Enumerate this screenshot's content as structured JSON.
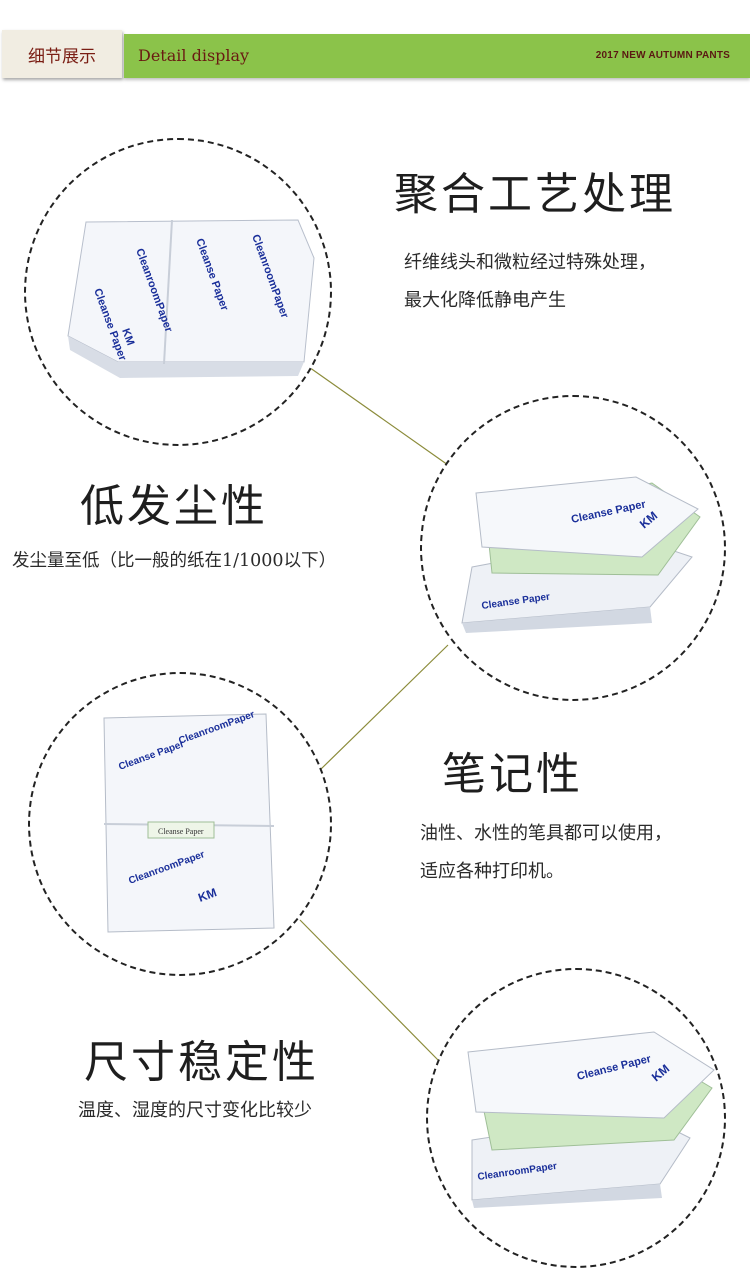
{
  "banner": {
    "tab_label": "细节展示",
    "title": "Detail display",
    "right_text": "2017 NEW AUTUMN PANTS"
  },
  "features": [
    {
      "title": "聚合工艺处理",
      "desc_lines": [
        "纤维线头和微粒经过特殊处理，",
        "最大化降低静电产生"
      ]
    },
    {
      "title": "低发尘性",
      "desc_lines": [
        "发尘量至低（比一般的纸在1/1000以下）"
      ]
    },
    {
      "title": "笔记性",
      "desc_lines": [
        "油性、水性的笔具都可以使用，",
        "适应各种打印机。"
      ]
    },
    {
      "title": "尺寸稳定性",
      "desc_lines": [
        "温度、湿度的尺寸变化比较少"
      ]
    }
  ],
  "product_labels": {
    "brand": "KM",
    "wrap_text": "Cleanse Paper",
    "wrap_text_alt": "CleanroomPaper"
  },
  "colors": {
    "banner_green": "#8bc34a",
    "banner_tab": "#f1ede2",
    "connector": "#8b8b3a",
    "brand_blue": "#1a2f9a",
    "sheet_green": "#cfe8c4"
  }
}
